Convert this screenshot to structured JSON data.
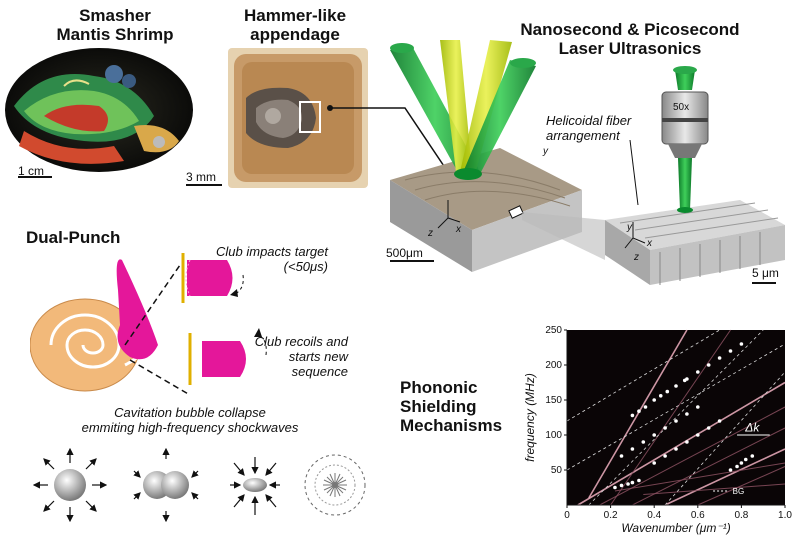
{
  "titles": {
    "smasher_l1": "Smasher",
    "smasher_l2": "Mantis Shrimp",
    "hammer_l1": "Hammer-like",
    "hammer_l2": "appendage",
    "laser_l1": "Nanosecond & Picosecond",
    "laser_l2": "Laser Ultrasonics",
    "dual_punch": "Dual-Punch",
    "phononic_l1": "Phononic",
    "phononic_l2": "Shielding",
    "phononic_l3": "Mechanisms"
  },
  "scale_bars": {
    "shrimp": "1 cm",
    "appendage": "3 mm",
    "block": "500μm",
    "fiber": "5 μm"
  },
  "labels": {
    "helicoidal_l1": "Helicoidal fiber",
    "helicoidal_l2": "arrangement",
    "objective": "50x",
    "club_impacts_l1": "Club impacts target",
    "club_impacts_l2": "(<50μs)",
    "club_recoils_l1": "Club recoils and",
    "club_recoils_l2": "starts new",
    "club_recoils_l3": "sequence",
    "cavitation_l1": "Cavitation bubble collapse",
    "cavitation_l2": "emmiting high-frequency shockwaves",
    "axis_y": "y",
    "axis_x": "x",
    "axis_z": "z"
  },
  "chart_data": {
    "type": "scatter",
    "title": "",
    "xlabel": "Wavenumber (μm⁻¹)",
    "ylabel": "frequency (MHz)",
    "xlim": [
      0,
      1.0
    ],
    "ylim": [
      0,
      250
    ],
    "xticks": [
      "0",
      "0.2",
      "0.4",
      "0.6",
      "0.8",
      "1.0"
    ],
    "xtick_values": [
      0,
      0.2,
      0.4,
      0.6,
      0.8,
      1.0
    ],
    "yticks": [
      "50",
      "100",
      "150",
      "200",
      "250"
    ],
    "ytick_values": [
      50,
      100,
      150,
      200,
      250
    ],
    "annotation": "Δk",
    "legend": "BG",
    "series": [
      {
        "x": [
          0.3,
          0.33,
          0.36,
          0.4,
          0.43,
          0.46,
          0.5,
          0.54
        ],
        "y": [
          128,
          134,
          140,
          150,
          156,
          162,
          170,
          178
        ]
      },
      {
        "x": [
          0.25,
          0.3,
          0.35,
          0.4,
          0.45,
          0.5,
          0.55,
          0.6
        ],
        "y": [
          70,
          80,
          90,
          100,
          110,
          120,
          130,
          140
        ]
      },
      {
        "x": [
          0.4,
          0.45,
          0.5,
          0.55,
          0.6,
          0.65,
          0.7
        ],
        "y": [
          60,
          70,
          80,
          90,
          100,
          110,
          120
        ]
      },
      {
        "x": [
          0.55,
          0.6,
          0.65,
          0.7,
          0.75,
          0.8
        ],
        "y": [
          180,
          190,
          200,
          210,
          220,
          230
        ]
      },
      {
        "x": [
          0.22,
          0.25,
          0.28,
          0.3,
          0.33
        ],
        "y": [
          25,
          28,
          30,
          32,
          35
        ]
      },
      {
        "x": [
          0.75,
          0.78,
          0.8,
          0.82,
          0.85
        ],
        "y": [
          50,
          55,
          60,
          65,
          70
        ]
      }
    ]
  }
}
